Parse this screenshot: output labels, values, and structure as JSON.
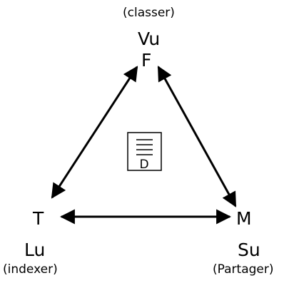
{
  "top": {
    "action": "(classer)",
    "aspect": "Vu",
    "letter": "F"
  },
  "bottom_left": {
    "letter": "T",
    "aspect": "Lu",
    "action": "(indexer)"
  },
  "bottom_right": {
    "letter": "M",
    "aspect": "Su",
    "action": "(Partager)"
  },
  "center_document": {
    "letter": "D",
    "icon": "document-icon"
  },
  "colors": {
    "stroke": "#000000",
    "background": "#ffffff"
  }
}
